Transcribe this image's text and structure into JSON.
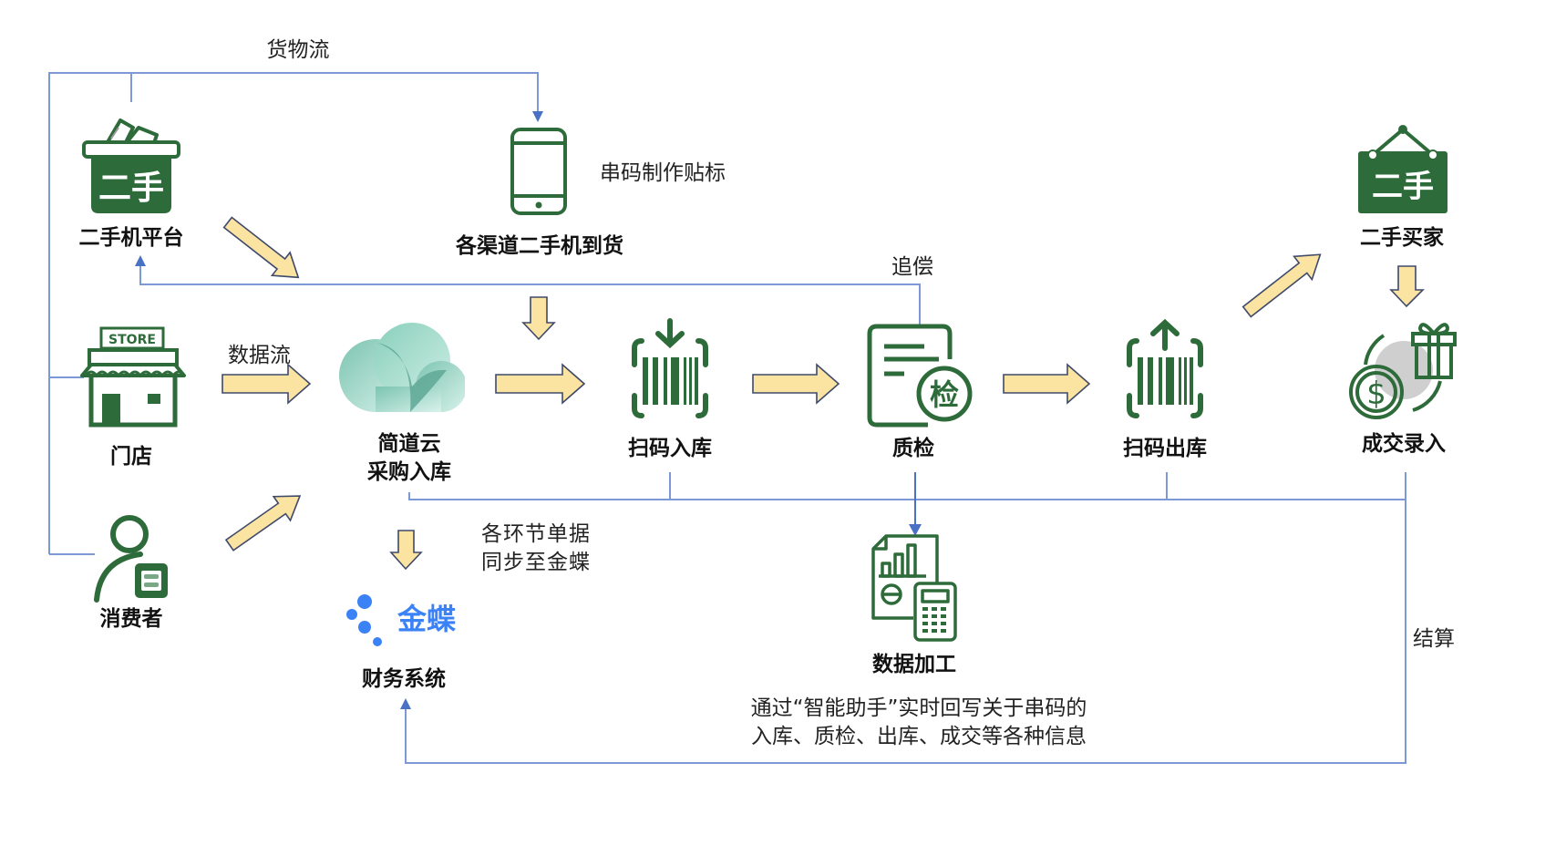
{
  "colors": {
    "icon_green": "#2e6b3a",
    "connector_blue": "#4a72c4",
    "arrow_fill": "#fbe3a1",
    "arrow_stroke": "#3f4a6b",
    "cloud_teal": "#6fb8a4",
    "kingdee_blue": "#3b82f6"
  },
  "flow_labels": {
    "goods_flow": "货物流",
    "data_flow": "数据流",
    "compensation": "追偿",
    "settlement": "结算",
    "serial_label": "串码制作贴标",
    "sync_note": [
      "各环节单据",
      "同步至金蝶"
    ],
    "writeback_note": [
      "通过“智能助手”实时回写关于串码的",
      "入库、质检、出库、成交等各种信息"
    ]
  },
  "nodes": {
    "platform": {
      "label": "二手机平台",
      "icon": "secondhand-basket-icon",
      "badge": "二手"
    },
    "arrival": {
      "label": "各渠道二手机到货",
      "icon": "phone-icon"
    },
    "store": {
      "label": "门店",
      "icon": "store-icon",
      "sign": "STORE"
    },
    "consumer": {
      "label": "消费者",
      "icon": "consumer-icon"
    },
    "jiandaoyun": {
      "label": [
        "简道云",
        "采购入库"
      ],
      "icon": "jiandaoyun-cloud-icon"
    },
    "scan_in": {
      "label": "扫码入库",
      "icon": "barcode-scan-in-icon"
    },
    "qc": {
      "label": "质检",
      "icon": "quality-check-icon",
      "badge": "检"
    },
    "scan_out": {
      "label": "扫码出库",
      "icon": "barcode-scan-out-icon"
    },
    "buyer": {
      "label": "二手买家",
      "icon": "secondhand-sign-icon",
      "badge": "二手"
    },
    "deal": {
      "label": "成交录入",
      "icon": "deal-gift-money-icon"
    },
    "kingdee": {
      "label": "财务系统",
      "logo_text": "金蝶",
      "icon": "kingdee-logo-icon"
    },
    "data_proc": {
      "label": "数据加工",
      "icon": "data-report-calculator-icon"
    }
  }
}
